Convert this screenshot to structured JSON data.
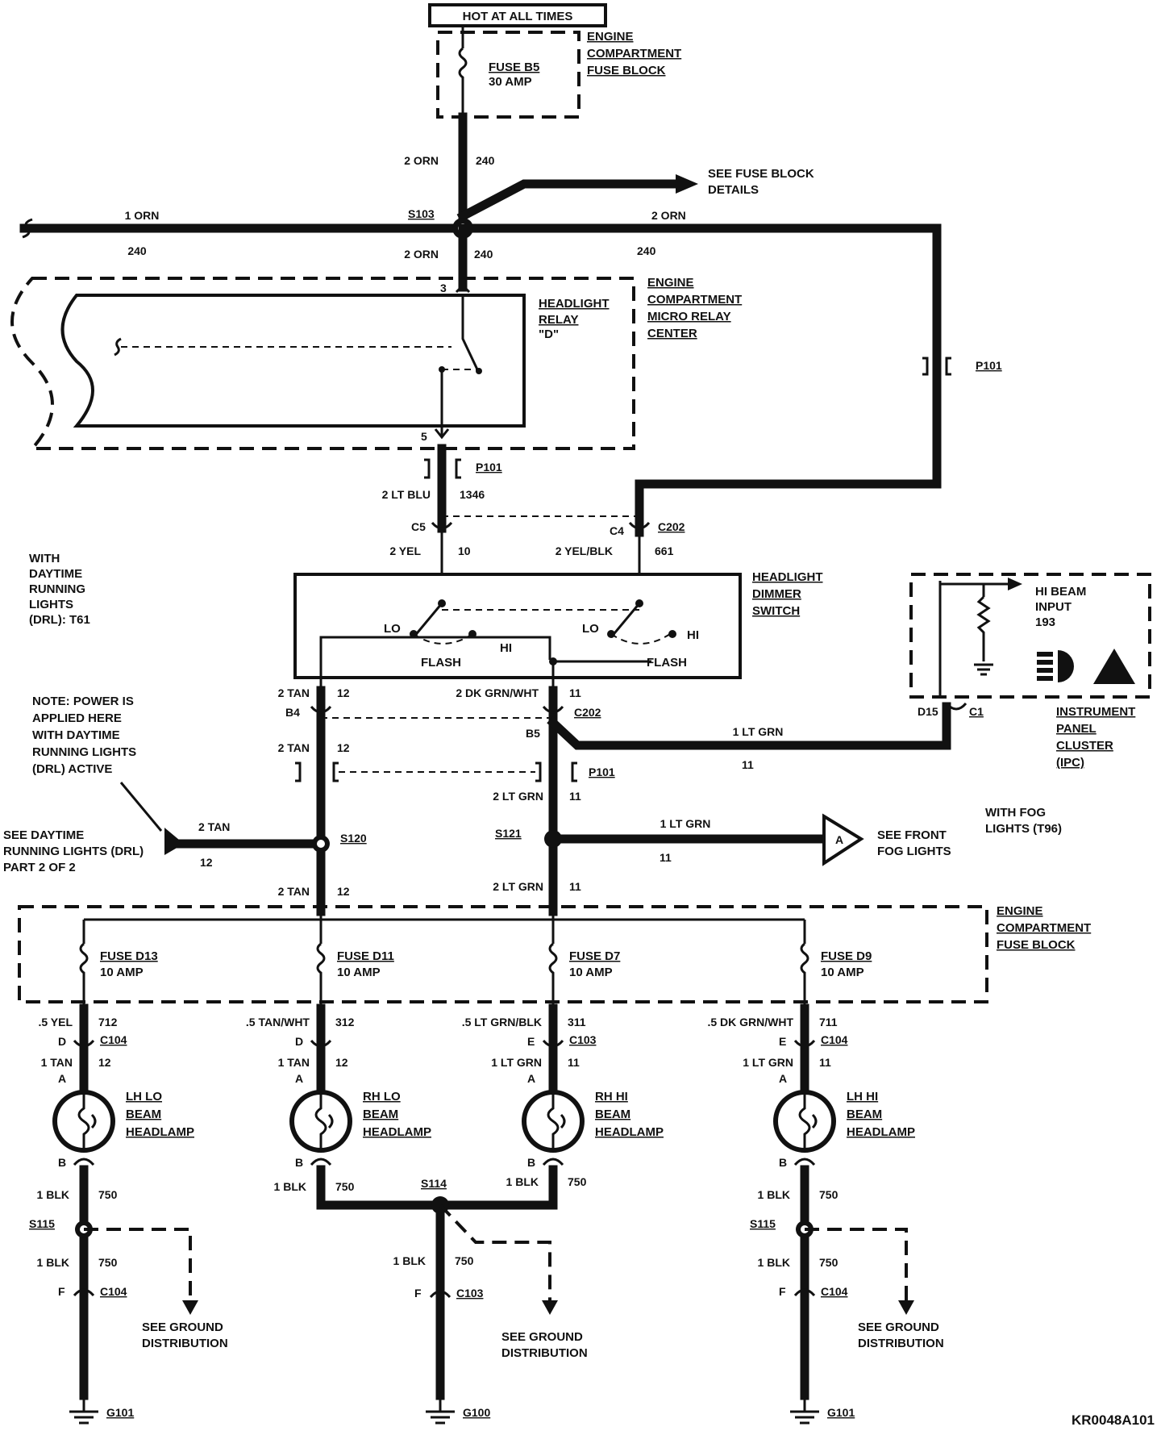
{
  "power": {
    "source": "HOT AT ALL TIMES"
  },
  "fuse_block_top": {
    "fuse": "FUSE B5",
    "rating": "30 AMP",
    "name": [
      "ENGINE",
      "COMPARTMENT",
      "FUSE BLOCK"
    ]
  },
  "wires": {
    "w240_top": "2 ORN",
    "c240_top": "240",
    "see_fuse": [
      "SEE FUSE BLOCK",
      "DETAILS"
    ],
    "w1orn": "1 ORN",
    "c240_left": "240",
    "s103": "S103",
    "w2orn_right": "2 ORN",
    "c240_right": "240",
    "w2orn_mid": "2 ORN",
    "c240_mid": "240"
  },
  "relay_center": {
    "pin3": "3",
    "pin5": "5",
    "relay": [
      "HEADLIGHT",
      "RELAY",
      "\"D\""
    ],
    "name": [
      "ENGINE",
      "COMPARTMENT",
      "MICRO RELAY",
      "CENTER"
    ]
  },
  "p101_right": "P101",
  "p101_mid": "P101",
  "mid_wires": {
    "w1346": "2 LT BLU",
    "c1346": "1346",
    "c5": "C5",
    "c4": "C4",
    "c202_top": "C202",
    "w10": "2 YEL",
    "c10": "10",
    "w661": "2 YEL/BLK",
    "c661": "661"
  },
  "drl_note": [
    "WITH",
    "DAYTIME",
    "RUNNING",
    "LIGHTS",
    "(DRL): T61"
  ],
  "dimmer": {
    "name": [
      "HEADLIGHT",
      "DIMMER",
      "SWITCH"
    ],
    "lo1": "LO",
    "flash1": "FLASH",
    "hi1": "HI",
    "lo2": "LO",
    "hi2": "HI",
    "flash2": "FLASH"
  },
  "ipc": {
    "input": [
      "HI BEAM",
      "INPUT",
      "193"
    ],
    "d15": "D15",
    "c1": "C1",
    "name": [
      "INSTRUMENT",
      "PANEL",
      "CLUSTER",
      "(IPC)"
    ]
  },
  "lower_wires": {
    "w12a": "2 TAN",
    "c12a": "12",
    "w11a": "2 DK GRN/WHT",
    "c11a": "11",
    "b4": "B4",
    "c202_b": "C202",
    "b5": "B5",
    "wltgrn_ipc": "1 LT GRN",
    "c11_ipc": "11",
    "w12b": "2 TAN",
    "c12b": "12",
    "p101_low": "P101",
    "w11b": "2 LT GRN",
    "c11b": "11",
    "note": [
      "NOTE: POWER IS",
      "APPLIED HERE",
      "WITH DAYTIME",
      "RUNNING LIGHTS",
      "(DRL) ACTIVE"
    ],
    "see_drl": [
      "SEE DAYTIME",
      "RUNNING LIGHTS (DRL)",
      "PART 2 OF 2"
    ],
    "w12drl": "2 TAN",
    "c12drl": "12",
    "s120": "S120",
    "s121": "S121",
    "wfog": "1 LT GRN",
    "cfog": "11",
    "connector_a": "A",
    "see_fog": [
      "SEE FRONT",
      "FOG LIGHTS"
    ],
    "with_fog": [
      "WITH FOG",
      "LIGHTS (T96)"
    ],
    "w12c": "2 TAN",
    "c12c": "12",
    "w11c": "2 LT GRN",
    "c11c": "11"
  },
  "fuse_block_bottom": {
    "name": [
      "ENGINE",
      "COMPARTMENT",
      "FUSE BLOCK"
    ]
  },
  "branches": [
    {
      "fuse": "FUSE D13",
      "rating": "10 AMP",
      "w_out": ".5 YEL",
      "c_out": "712",
      "pin1": "D",
      "conn1": "C104",
      "w_in": "1 TAN",
      "c_in": "12",
      "lamp_a": "A",
      "lamp": [
        "LH LO",
        "BEAM",
        "HEADLAMP"
      ],
      "lamp_b": "B"
    },
    {
      "fuse": "FUSE D11",
      "rating": "10 AMP",
      "w_out": ".5 TAN/WHT",
      "c_out": "312",
      "pin1": "D",
      "conn1": "",
      "w_in": "1 TAN",
      "c_in": "12",
      "lamp_a": "A",
      "lamp": [
        "RH LO",
        "BEAM",
        "HEADLAMP"
      ],
      "lamp_b": "B"
    },
    {
      "fuse": "FUSE D7",
      "rating": "10 AMP",
      "w_out": ".5 LT GRN/BLK",
      "c_out": "311",
      "pin1": "E",
      "conn1": "C103",
      "w_in": "1 LT GRN",
      "c_in": "11",
      "lamp_a": "A",
      "lamp": [
        "RH HI",
        "BEAM",
        "HEADLAMP"
      ],
      "lamp_b": "B"
    },
    {
      "fuse": "FUSE D9",
      "rating": "10 AMP",
      "w_out": ".5 DK GRN/WHT",
      "c_out": "711",
      "pin1": "E",
      "conn1": "C104",
      "w_in": "1 LT GRN",
      "c_in": "11",
      "lamp_a": "A",
      "lamp": [
        "LH HI",
        "BEAM",
        "HEADLAMP"
      ],
      "lamp_b": "B"
    }
  ],
  "grounds": {
    "left": {
      "w1": "1 BLK",
      "c1": "750",
      "splice": "S115",
      "w2": "1 BLK",
      "c2": "750",
      "pin": "F",
      "conn": "C104",
      "see": [
        "SEE GROUND",
        "DISTRIBUTION"
      ],
      "g": "G101"
    },
    "mid": {
      "wl": "1 BLK",
      "cl": "750",
      "wr": "1 BLK",
      "cr": "750",
      "splice": "S114",
      "w2": "1 BLK",
      "c2": "750",
      "pin": "F",
      "conn": "C103",
      "see": [
        "SEE GROUND",
        "DISTRIBUTION"
      ],
      "g": "G100"
    },
    "right": {
      "w1": "1 BLK",
      "c1": "750",
      "splice": "S115",
      "w2": "1 BLK",
      "c2": "750",
      "pin": "F",
      "conn": "C104",
      "see": [
        "SEE GROUND",
        "DISTRIBUTION"
      ],
      "g": "G101"
    }
  },
  "code": "KR0048A101"
}
